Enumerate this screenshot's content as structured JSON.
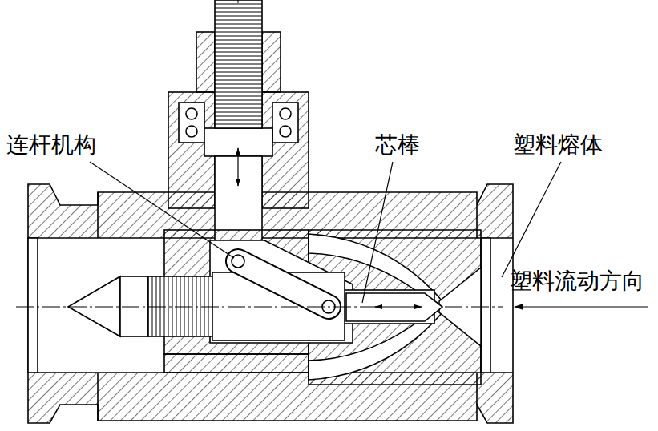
{
  "diagram": {
    "labels": [
      "连杆机构",
      "芯棒",
      "塑料熔体",
      "塑料流动方向"
    ]
  }
}
